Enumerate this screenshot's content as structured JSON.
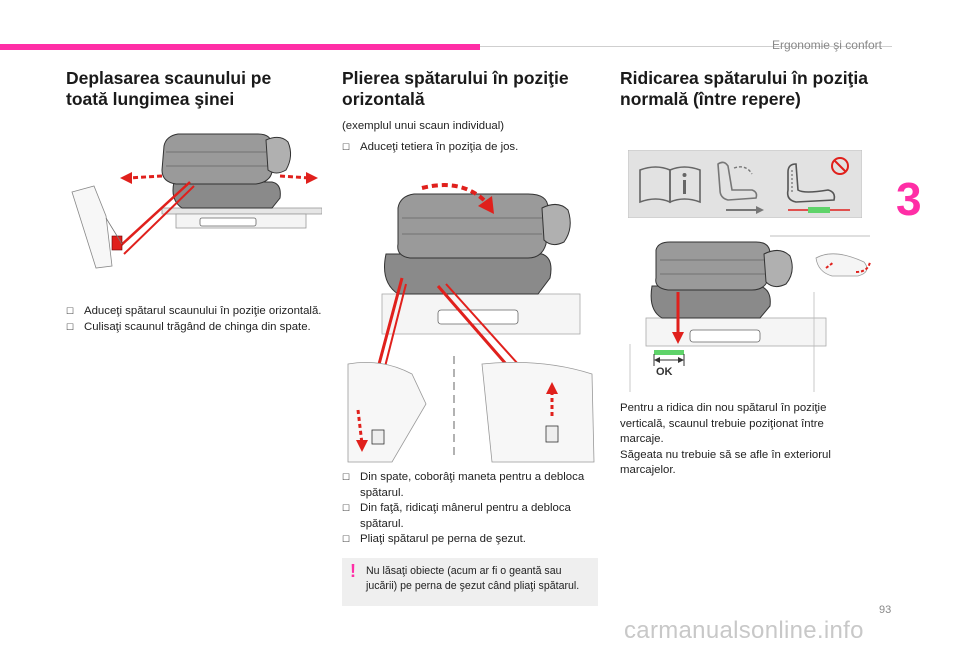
{
  "header": {
    "section": "Ergonomie şi confort",
    "chapter": "3"
  },
  "col1": {
    "title": "Deplasarea scaunului pe toată lungimea şinei",
    "bullets": [
      "Aduceţi spătarul scaunului în poziţie orizontală.",
      "Culisaţi scaunul trăgând de chinga din spate."
    ]
  },
  "col2": {
    "title": "Plierea spătarului în poziţie orizontală",
    "intro": "(exemplul unui scaun individual)",
    "bullet_top": "Aduceţi tetiera în poziţia de jos.",
    "bullets": [
      "Din spate, coborâţi maneta pentru a debloca spătarul.",
      "Din faţă, ridicaţi mânerul pentru a debloca spătarul.",
      "Pliaţi spătarul pe perna de şezut."
    ],
    "warning": "Nu lăsaţi obiecte (acum ar fi o geantă sau jucării) pe perna de şezut când pliaţi spătarul."
  },
  "col3": {
    "title": "Ridicarea spătarului în poziţia normală (între repere)",
    "ok_label": "OK",
    "paragraph1": "Pentru a ridica din nou spătarul în poziţie verticală, scaunul trebuie poziţionat între marcaje.",
    "paragraph2": "Săgeata nu trebuie să se afle în exteriorul marcajelor."
  },
  "footer": {
    "page": "93",
    "watermark": "carmanualsonline.info"
  },
  "colors": {
    "accent": "#ff2ea6",
    "arrow": "#e0201c",
    "green": "#5fd36a"
  }
}
